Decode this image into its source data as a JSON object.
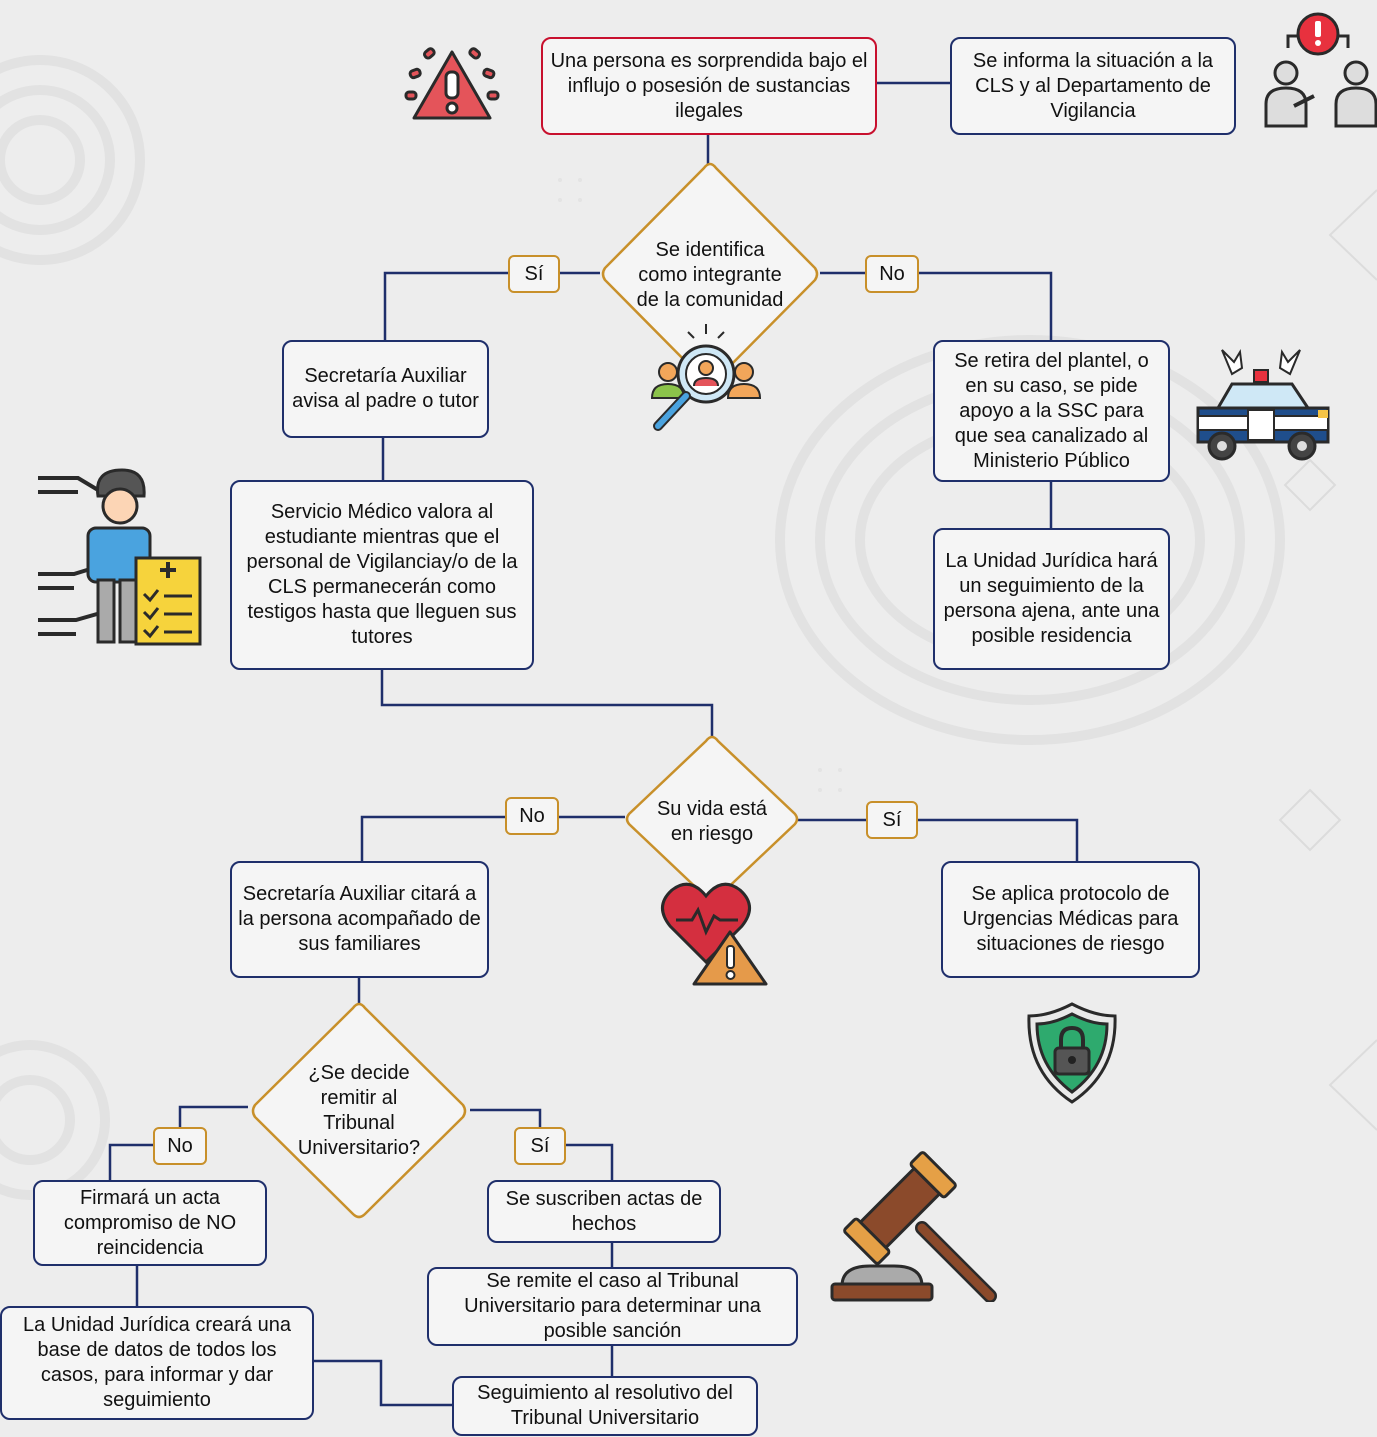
{
  "colors": {
    "box_border": "#1f2f6b",
    "start_border": "#c8102e",
    "decision_border": "#c8902a",
    "connector": "#1f2f6b"
  },
  "nodes": {
    "start": "Una persona es sorprendida bajo el influjo o posesión de sustancias ilegales",
    "inform": "Se informa la situación a la CLS y al Departamento de Vigilancia",
    "q_community": "Se identifica como integrante de la comunidad",
    "notify_parent": "Secretaría Auxiliar avisa al padre o tutor",
    "medical": "Servicio Médico valora al estudiante mientras que el personal de Vigilanciay/o de la CLS permanecerán como testigos hasta que lleguen sus tutores",
    "withdraw": "Se retira del plantel, o en su caso, se pide apoyo a la SSC para que sea canalizado al Ministerio Público",
    "legal_followup": "La Unidad Jurídica hará un seguimiento de la persona ajena, ante una posible residencia",
    "q_life_risk": "Su vida está en riesgo",
    "summon": "Secretaría Auxiliar citará a la persona acompañado de sus familiares",
    "emergency": "Se aplica protocolo de Urgencias Médicas para situaciones de riesgo",
    "q_tribunal": "¿Se decide remitir al Tribunal Universitario?",
    "commitment": "Firmará un acta compromiso de NO reincidencia",
    "facts_record": "Se suscriben actas de hechos",
    "database": "La Unidad Jurídica creará una base de datos de todos los casos, para informar y dar seguimiento",
    "tribunal_case": "Se remite el caso al Tribunal Universitario para determinar una posible sanción",
    "tribunal_followup": "Seguimiento al resolutivo del Tribunal Universitario"
  },
  "labels": {
    "q1_yes": "Sí",
    "q1_no": "No",
    "q2_no": "No",
    "q2_yes": "Sí",
    "q3_no": "No",
    "q3_yes": "Sí"
  },
  "icons": [
    "warning-icon",
    "informing-people-icon",
    "search-community-icon",
    "police-car-icon",
    "student-medical-report-icon",
    "heart-risk-icon",
    "security-shield-icon",
    "gavel-icon"
  ]
}
